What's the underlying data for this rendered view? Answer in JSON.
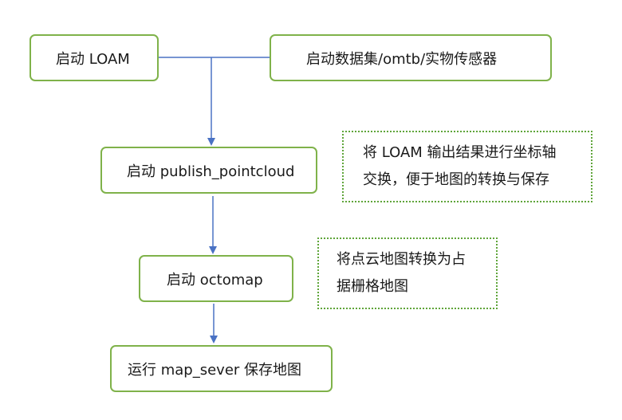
{
  "nodes": {
    "start_loam": "启动 LOAM",
    "start_dataset": "启动数据集/omtb/实物传感器",
    "start_publish": "启动 publish_pointcloud",
    "start_octomap": "启动 octomap",
    "run_map_server": "运行 map_sever 保存地图"
  },
  "notes": {
    "axis_transform": [
      "将 LOAM 输出结果进行坐标轴",
      "交换，便于地图的转换与保存"
    ],
    "grid_convert": [
      "将点云地图转换为占",
      "据栅格地图"
    ]
  },
  "colors": {
    "node_border": "#7fb24a",
    "note_border": "#5fa53a",
    "arrow": "#4a72c4"
  }
}
